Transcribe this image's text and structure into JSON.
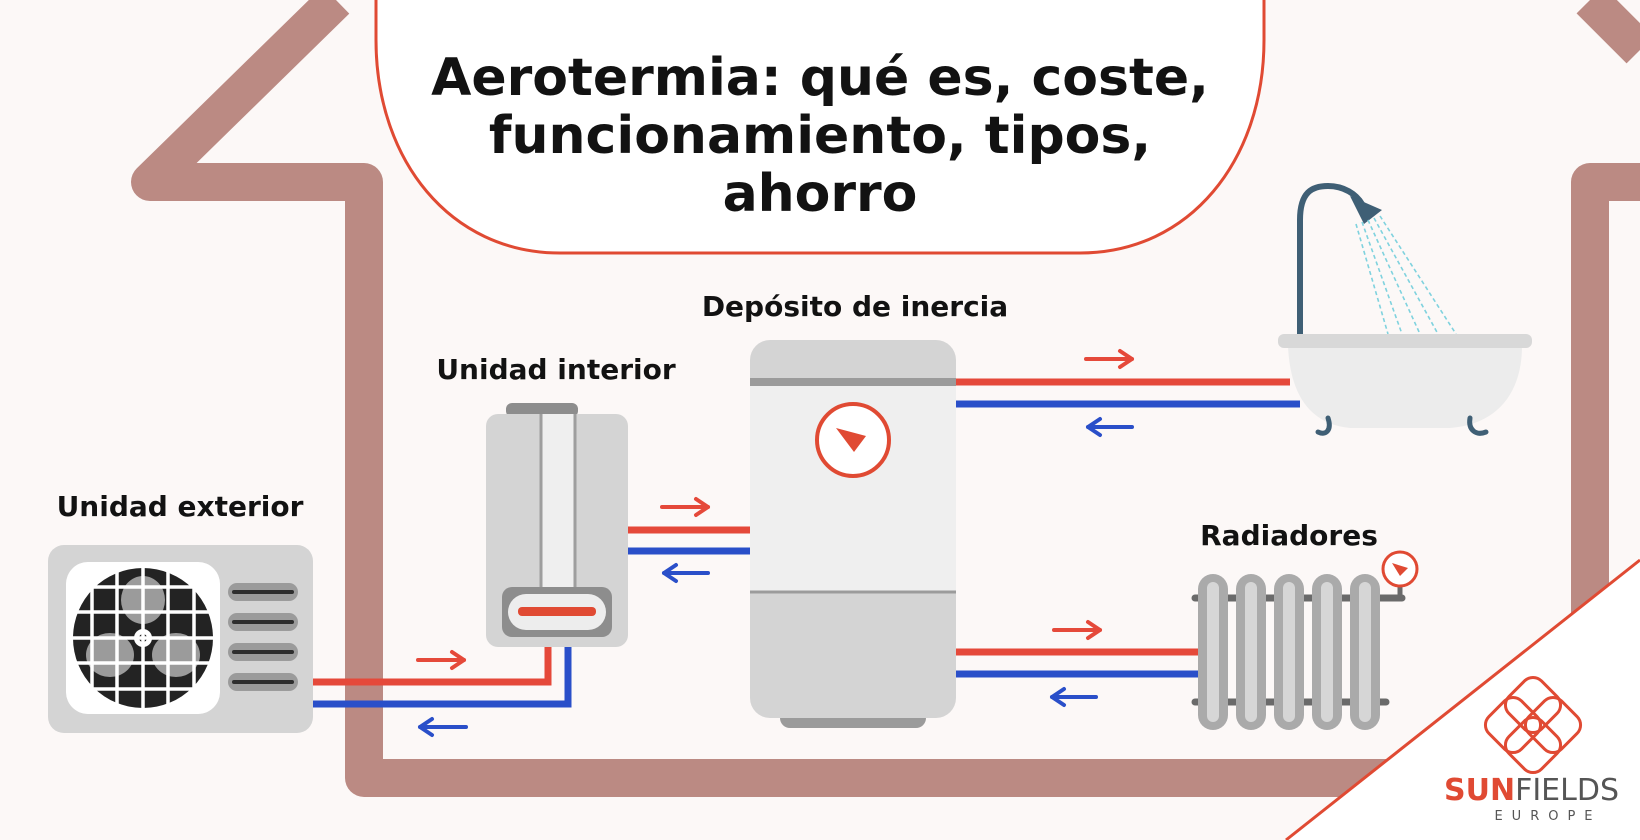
{
  "title": {
    "line1": "Aerotermia: qué es, coste,",
    "line2": "funcionamiento, tipos,",
    "line3": "ahorro"
  },
  "labels": {
    "outdoor_unit": "Unidad exterior",
    "indoor_unit": "Unidad interior",
    "buffer_tank": "Depósito de inercia",
    "radiators": "Radiadores"
  },
  "brand": {
    "name_bold": "SUN",
    "name_light": "FIELDS",
    "sub": "EUROPE"
  },
  "icons": [
    "outdoor-unit-icon",
    "indoor-unit-icon",
    "buffer-tank-icon",
    "gauge-icon",
    "bathtub-icon",
    "shower-icon",
    "radiator-icon",
    "arrow-right-icon",
    "arrow-left-icon",
    "sunfields-logo-icon"
  ],
  "colors": {
    "background": "#fcf8f7",
    "house_outline": "#bb8a83",
    "hot_pipe": "#e5493a",
    "cold_pipe": "#2a4fc9",
    "accent": "#e04a33",
    "dark_text": "#121212",
    "shower": "#3f5f75"
  }
}
